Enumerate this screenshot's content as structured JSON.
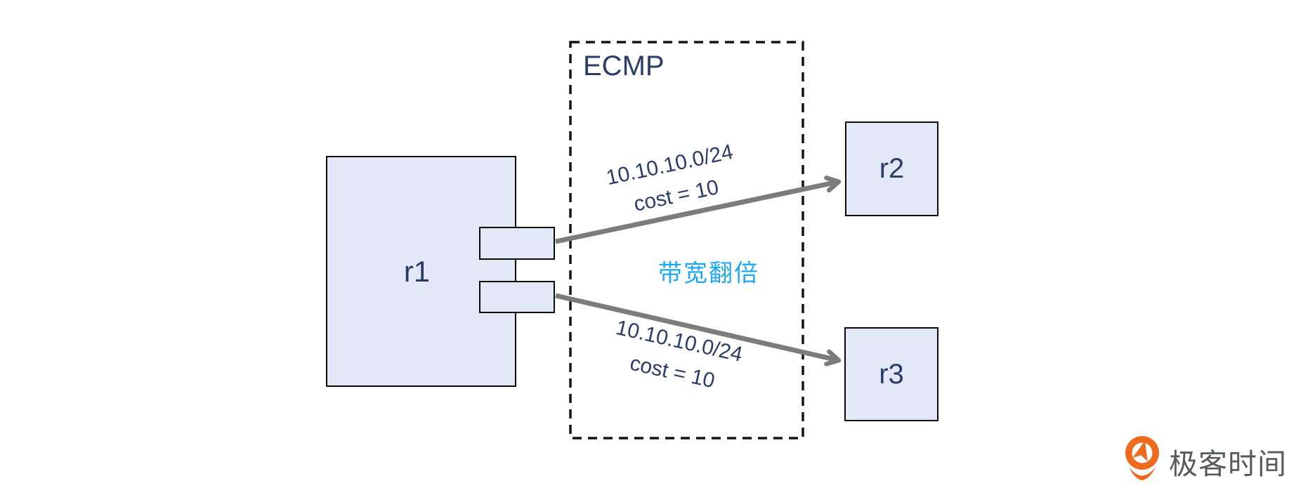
{
  "diagram": {
    "title_group": {
      "label": "ECMP"
    },
    "nodes": {
      "r1": {
        "label": "r1",
        "role": "source-router",
        "ports": 2
      },
      "r2": {
        "label": "r2",
        "role": "next-hop-router"
      },
      "r3": {
        "label": "r3",
        "role": "next-hop-router"
      }
    },
    "links": [
      {
        "from": "r1",
        "to": "r2",
        "route": "10.10.10.0/24",
        "cost": "cost = 10"
      },
      {
        "from": "r1",
        "to": "r3",
        "route": "10.10.10.0/24",
        "cost": "cost = 10"
      }
    ],
    "annotation": {
      "text": "带宽翻倍"
    }
  },
  "branding": {
    "logo_text": "极客时间",
    "logo_icon": "geektime-pin-icon"
  },
  "colors": {
    "navy_text": "#2B3C66",
    "node_fill": "#E3E8F7",
    "node_border": "#0A0A0A",
    "arrow_gray": "#7C7C7C",
    "annotation_accent": "#1CA9F4",
    "logo_orange": "#EE6A1F",
    "logo_text_gray": "#58595B"
  }
}
